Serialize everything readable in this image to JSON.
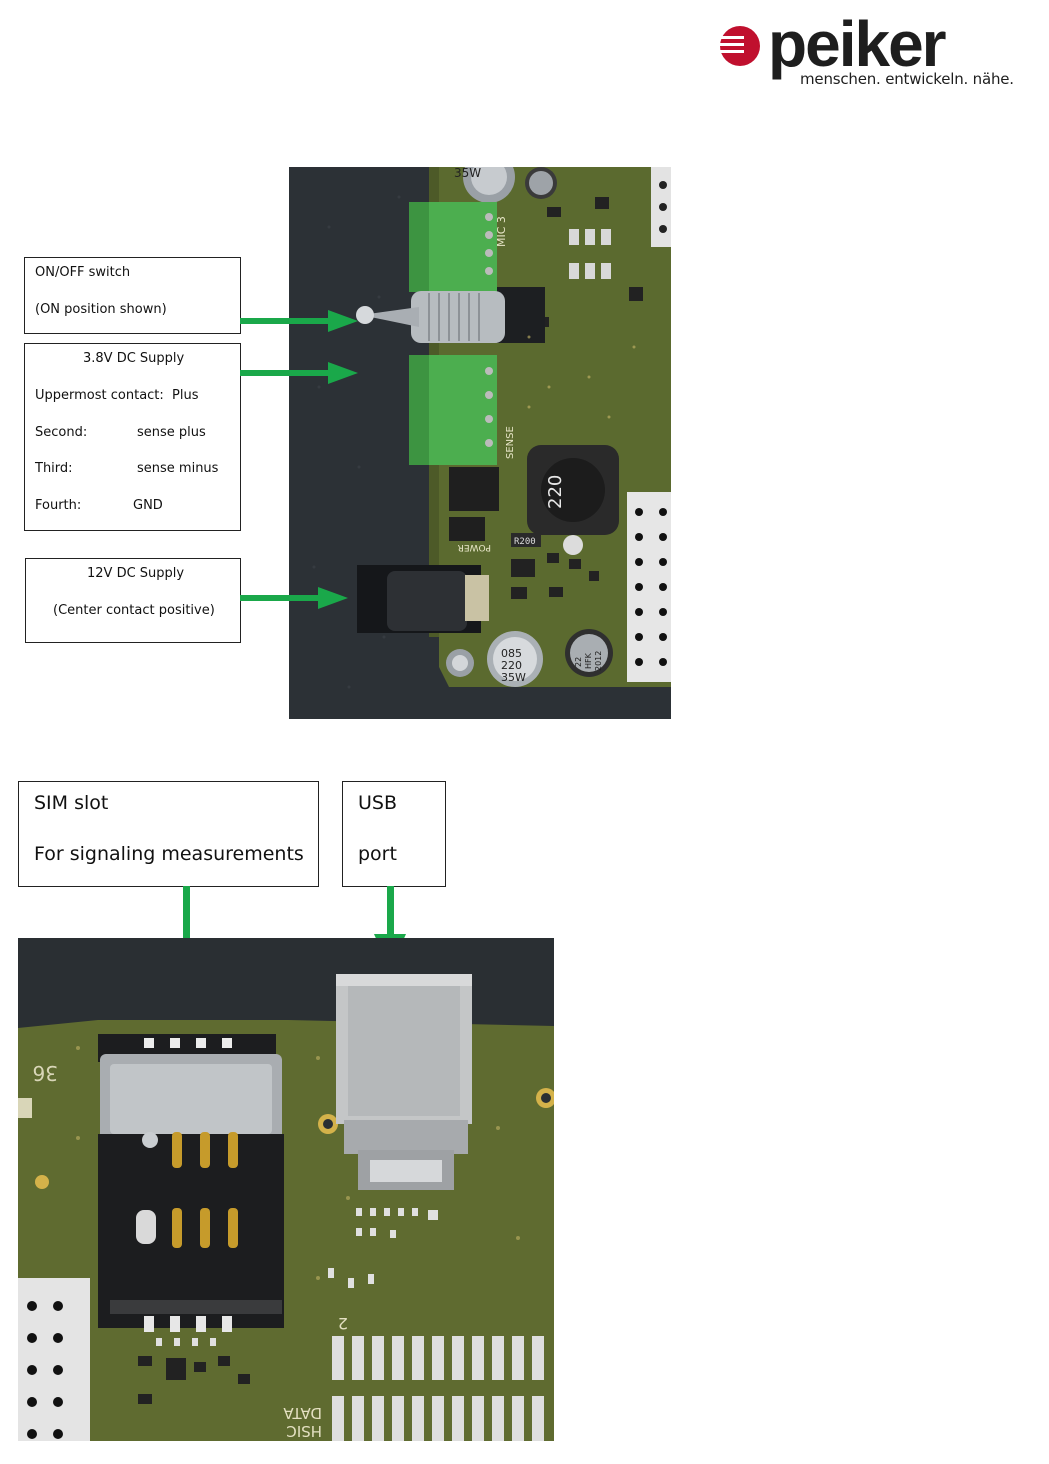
{
  "logo": {
    "wordmark": "peiker",
    "tagline": "menschen. entwickeln. nähe.",
    "brand_color": "#c0102e"
  },
  "callouts": {
    "onoff": {
      "title": "ON/OFF switch",
      "note": "(ON position shown)"
    },
    "supply38": {
      "title": "3.8V DC Supply",
      "rows": [
        {
          "label": "Uppermost contact:",
          "value": "Plus"
        },
        {
          "label": "Second:",
          "value": "sense plus"
        },
        {
          "label": "Third:",
          "value": "sense minus"
        },
        {
          "label": "Fourth:",
          "value": "GND"
        }
      ]
    },
    "supply12": {
      "title": "12V DC Supply",
      "note": "(Center contact positive)"
    },
    "sim": {
      "title": "SIM slot",
      "note": "For signaling measurements"
    },
    "usb": {
      "title": "USB",
      "note": "port"
    }
  },
  "board_markings": {
    "cap_top": "35W",
    "mic_label": "MIC 3",
    "sense_label": "SENSE",
    "power_label": "POWER",
    "inductor_value": "220",
    "resistor_code": "R200",
    "cap_bottom_lines": [
      "085",
      "220",
      "35W"
    ],
    "cap_small_lines": [
      "22",
      "HFK",
      "2012"
    ],
    "hsic_label": "HSIC",
    "data_label": "DATA",
    "pad_number": "2",
    "edge_number": "36"
  },
  "colors": {
    "arrow_green": "#1aa84a",
    "pcb_green": "#5b6a2f",
    "terminal_green": "#4cae4f"
  }
}
